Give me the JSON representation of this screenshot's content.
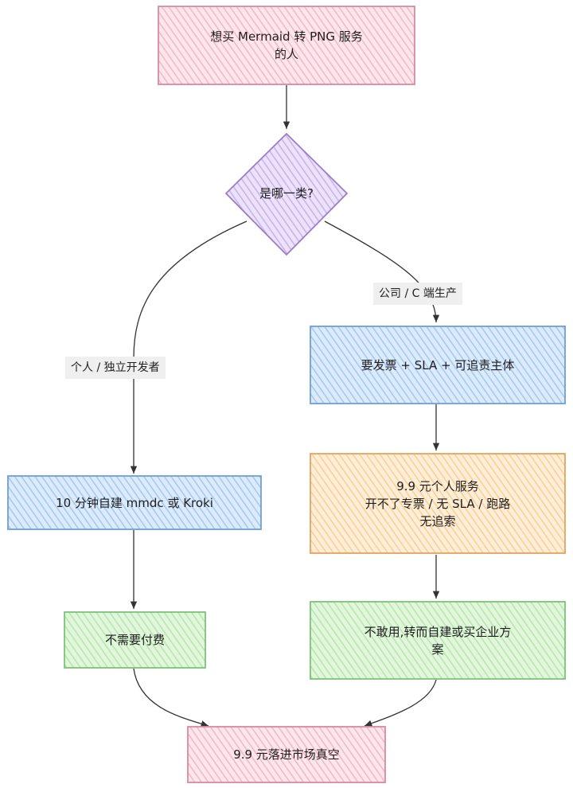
{
  "colors": {
    "pink": "#f8c8d4",
    "pink_stroke": "#d98aa0",
    "purple": "#d7c2f2",
    "purple_stroke": "#9a7dc8",
    "blue": "#b7d4f6",
    "blue_stroke": "#6f9fd6",
    "orange": "#fddbb0",
    "orange_stroke": "#e0a55f",
    "green": "#c8efc0",
    "green_stroke": "#7ec27a",
    "line": "#333333"
  },
  "nodes": {
    "start": "想买 Mermaid 转 PNG 服务\n的人",
    "decision": "是哪一类?",
    "diy": "10 分钟自建 mmdc 或 Kroki",
    "no_pay": "不需要付费",
    "need_invoice": "要发票 + SLA + 可追责主体",
    "cheap_service": "9.9 元个人服务\n开不了专票 / 无 SLA / 跑路\n无追索",
    "abandon": "不敢用,转而自建或买企业方\n案",
    "end": "9.9 元落进市场真空"
  },
  "edges": {
    "personal": "个人 / 独立开发者",
    "company": "公司 / C 端生产"
  }
}
